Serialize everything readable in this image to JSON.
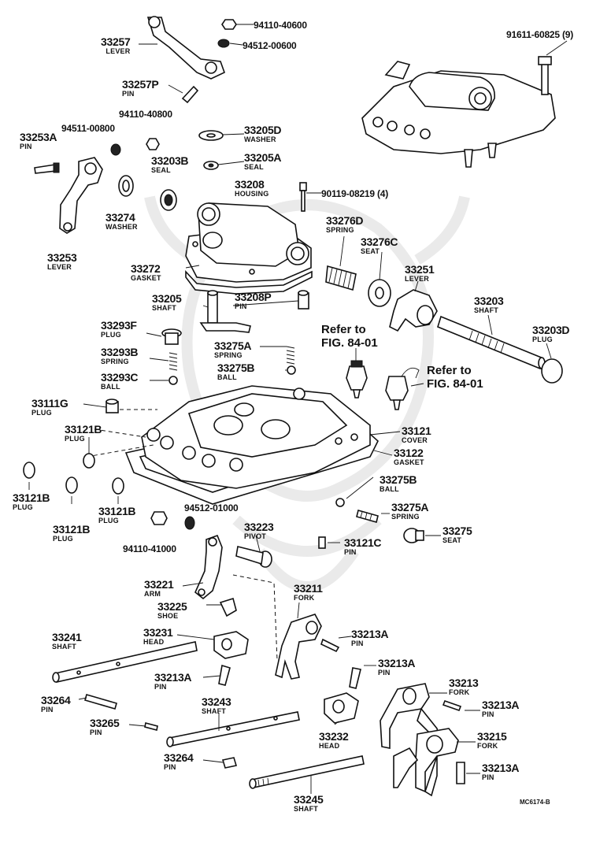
{
  "labels": [
    {
      "id": "l33257",
      "pn": "33257",
      "nm": "LEVER"
    },
    {
      "id": "l33257p",
      "pn": "33257P",
      "nm": "PIN"
    },
    {
      "id": "l33253a",
      "pn": "33253A",
      "nm": "PIN"
    },
    {
      "id": "l33205d",
      "pn": "33205D",
      "nm": "WASHER"
    },
    {
      "id": "l33205a",
      "pn": "33205A",
      "nm": "SEAL"
    },
    {
      "id": "l33203b",
      "pn": "33203B",
      "nm": "SEAL"
    },
    {
      "id": "l33208",
      "pn": "33208",
      "nm": "HOUSING"
    },
    {
      "id": "l33274",
      "pn": "33274",
      "nm": "WASHER"
    },
    {
      "id": "l33253",
      "pn": "33253",
      "nm": "LEVER"
    },
    {
      "id": "l33272",
      "pn": "33272",
      "nm": "GASKET"
    },
    {
      "id": "l33276d",
      "pn": "33276D",
      "nm": "SPRING"
    },
    {
      "id": "l33276c",
      "pn": "33276C",
      "nm": "SEAT"
    },
    {
      "id": "l33251",
      "pn": "33251",
      "nm": "LEVER"
    },
    {
      "id": "l33203",
      "pn": "33203",
      "nm": "SHAFT"
    },
    {
      "id": "l33203d",
      "pn": "33203D",
      "nm": "PLUG"
    },
    {
      "id": "l33205",
      "pn": "33205",
      "nm": "SHAFT"
    },
    {
      "id": "l33208p",
      "pn": "33208P",
      "nm": "PIN"
    },
    {
      "id": "l33293f",
      "pn": "33293F",
      "nm": "PLUG"
    },
    {
      "id": "l33293b",
      "pn": "33293B",
      "nm": "SPRING"
    },
    {
      "id": "l33293c",
      "pn": "33293C",
      "nm": "BALL"
    },
    {
      "id": "l33275a1",
      "pn": "33275A",
      "nm": "SPRING"
    },
    {
      "id": "l33275b1",
      "pn": "33275B",
      "nm": "BALL"
    },
    {
      "id": "l33111g",
      "pn": "33111G",
      "nm": "PLUG"
    },
    {
      "id": "l33121b1",
      "pn": "33121B",
      "nm": "PLUG"
    },
    {
      "id": "l33121",
      "pn": "33121",
      "nm": "COVER"
    },
    {
      "id": "l33122",
      "pn": "33122",
      "nm": "GASKET"
    },
    {
      "id": "l33121b2",
      "pn": "33121B",
      "nm": "PLUG"
    },
    {
      "id": "l33121b3",
      "pn": "33121B",
      "nm": "PLUG"
    },
    {
      "id": "l33121b4",
      "pn": "33121B",
      "nm": "PLUG"
    },
    {
      "id": "l33275b2",
      "pn": "33275B",
      "nm": "BALL"
    },
    {
      "id": "l33275a2",
      "pn": "33275A",
      "nm": "SPRING"
    },
    {
      "id": "l33275",
      "pn": "33275",
      "nm": "SEAT"
    },
    {
      "id": "l33223",
      "pn": "33223",
      "nm": "PIVOT"
    },
    {
      "id": "l33121c",
      "pn": "33121C",
      "nm": "PIN"
    },
    {
      "id": "l33221",
      "pn": "33221",
      "nm": "ARM"
    },
    {
      "id": "l33225",
      "pn": "33225",
      "nm": "SHOE"
    },
    {
      "id": "l33211",
      "pn": "33211",
      "nm": "FORK"
    },
    {
      "id": "l33241",
      "pn": "33241",
      "nm": "SHAFT"
    },
    {
      "id": "l33231",
      "pn": "33231",
      "nm": "HEAD"
    },
    {
      "id": "l33213a1",
      "pn": "33213A",
      "nm": "PIN"
    },
    {
      "id": "l33213a2",
      "pn": "33213A",
      "nm": "PIN"
    },
    {
      "id": "l33213a3",
      "pn": "33213A",
      "nm": "PIN"
    },
    {
      "id": "l33213",
      "pn": "33213",
      "nm": "FORK"
    },
    {
      "id": "l33213a4",
      "pn": "33213A",
      "nm": "PIN"
    },
    {
      "id": "l33264a",
      "pn": "33264",
      "nm": "PIN"
    },
    {
      "id": "l33243",
      "pn": "33243",
      "nm": "SHAFT"
    },
    {
      "id": "l33265",
      "pn": "33265",
      "nm": "PIN"
    },
    {
      "id": "l33232",
      "pn": "33232",
      "nm": "HEAD"
    },
    {
      "id": "l33215",
      "pn": "33215",
      "nm": "FORK"
    },
    {
      "id": "l33213a5",
      "pn": "33213A",
      "nm": "PIN"
    },
    {
      "id": "l33264b",
      "pn": "33264",
      "nm": "PIN"
    },
    {
      "id": "l33245",
      "pn": "33245",
      "nm": "SHAFT"
    }
  ],
  "standard_parts": {
    "n94110_40600": "94110-40600",
    "n94512_00600": "94512-00600",
    "n91611_60825": "91611-60825 (9)",
    "n94110_40800": "94110-40800",
    "n94511_00800": "94511-00800",
    "n90119_08219": "90119-08219 (4)",
    "n94512_01000": "94512-01000",
    "n94110_41000": "94110-41000"
  },
  "refer1": "Refer to\nFIG. 84-01",
  "refer2": "Refer to\nFIG. 84-01",
  "figure_code": "MC6174-B"
}
